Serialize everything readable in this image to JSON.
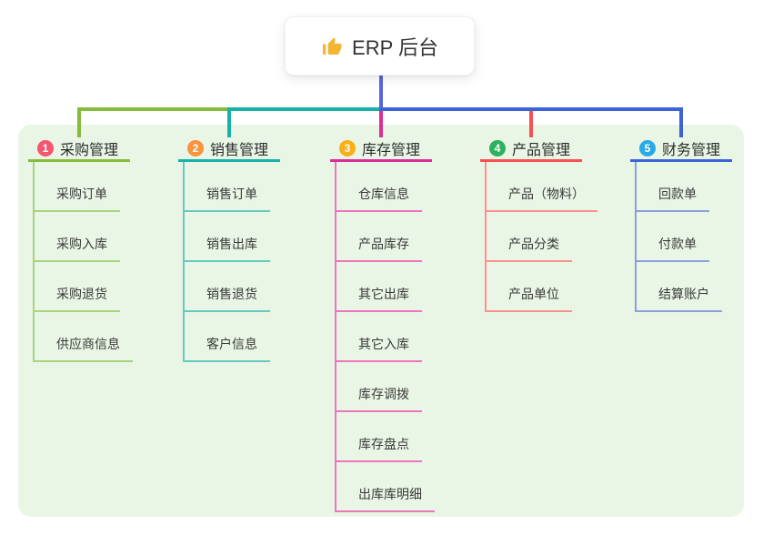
{
  "root": {
    "label": "ERP 后台",
    "icon": "thumbs-up-icon",
    "icon_color": "#f2b632"
  },
  "connectors": {
    "stem_color": "#5565dc"
  },
  "panel_color": "#e9f6e5",
  "branches": [
    {
      "badge": "1",
      "label": "采购管理",
      "badge_color": "#f3566e",
      "line_color": "#86bc3c",
      "child_line_color": "#a9d37d",
      "children": [
        "采购订单",
        "采购入库",
        "采购退货",
        "供应商信息"
      ]
    },
    {
      "badge": "2",
      "label": "销售管理",
      "badge_color": "#f9933c",
      "line_color": "#16b2a8",
      "child_line_color": "#62cbc1",
      "children": [
        "销售订单",
        "销售出库",
        "销售退货",
        "客户信息"
      ]
    },
    {
      "badge": "3",
      "label": "库存管理",
      "badge_color": "#f9b016",
      "line_color": "#d92f9a",
      "child_line_color": "#ee74bc",
      "children": [
        "仓库信息",
        "产品库存",
        "其它出库",
        "其它入库",
        "库存调拨",
        "库存盘点",
        "出库库明细"
      ]
    },
    {
      "badge": "4",
      "label": "产品管理",
      "badge_color": "#2eb15f",
      "line_color": "#f85052",
      "child_line_color": "#fb918e",
      "children": [
        "产品（物料）",
        "产品分类",
        "产品单位"
      ]
    },
    {
      "badge": "5",
      "label": "财务管理",
      "badge_color": "#2aa9e9",
      "line_color": "#3c64d8",
      "child_line_color": "#8aa0dd",
      "children": [
        "回款单",
        "付款单",
        "结算账户"
      ]
    }
  ]
}
